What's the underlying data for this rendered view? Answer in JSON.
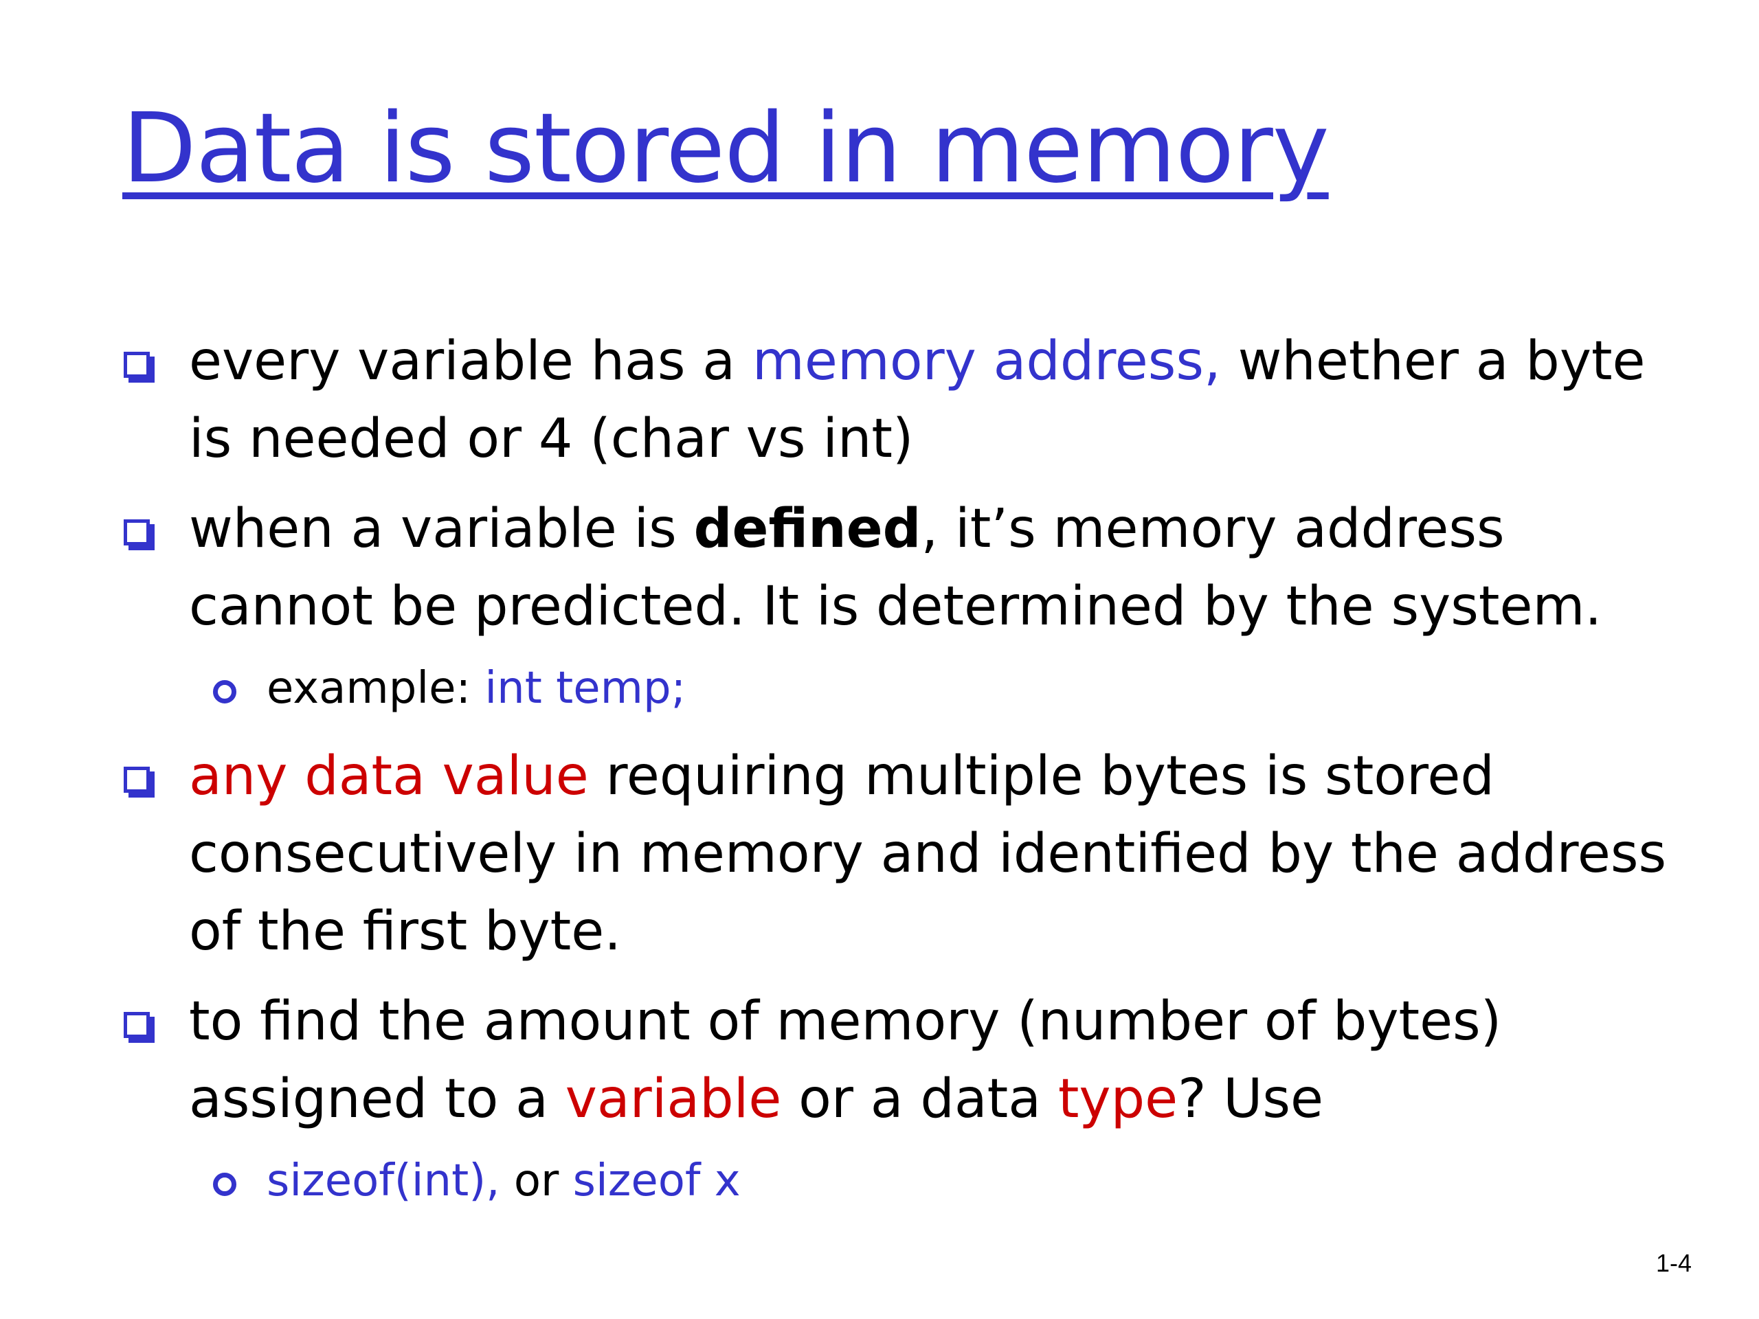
{
  "title": "Data is stored in memory",
  "bullet1": {
    "a": "every variable has a ",
    "b": "memory address,",
    "c": " whether a byte is needed or 4 (char vs int)"
  },
  "bullet2": {
    "a": "when a variable is ",
    "b": "defined",
    "c": ", it’s memory address cannot be predicted. It is determined by the system."
  },
  "sub1": {
    "a": "example: ",
    "b": "int temp;"
  },
  "bullet3": {
    "a": "any data value",
    "b": " requiring multiple bytes is stored consecutively in memory and identified by the address of the first byte."
  },
  "bullet4": {
    "a": "to find the amount of memory (number of bytes) assigned to a ",
    "b": "variable",
    "c": " or a data ",
    "d": "type",
    "e": "? Use"
  },
  "sub2": {
    "a": "sizeof(int),",
    "b": " or ",
    "c": "sizeof x"
  },
  "page_number": "1-4",
  "colors": {
    "blue": "#3333cc",
    "red": "#cc0000",
    "text": "#000000"
  },
  "icons": {
    "bullet": "square-bullet-icon",
    "sub_bullet": "circle-bullet-icon"
  }
}
